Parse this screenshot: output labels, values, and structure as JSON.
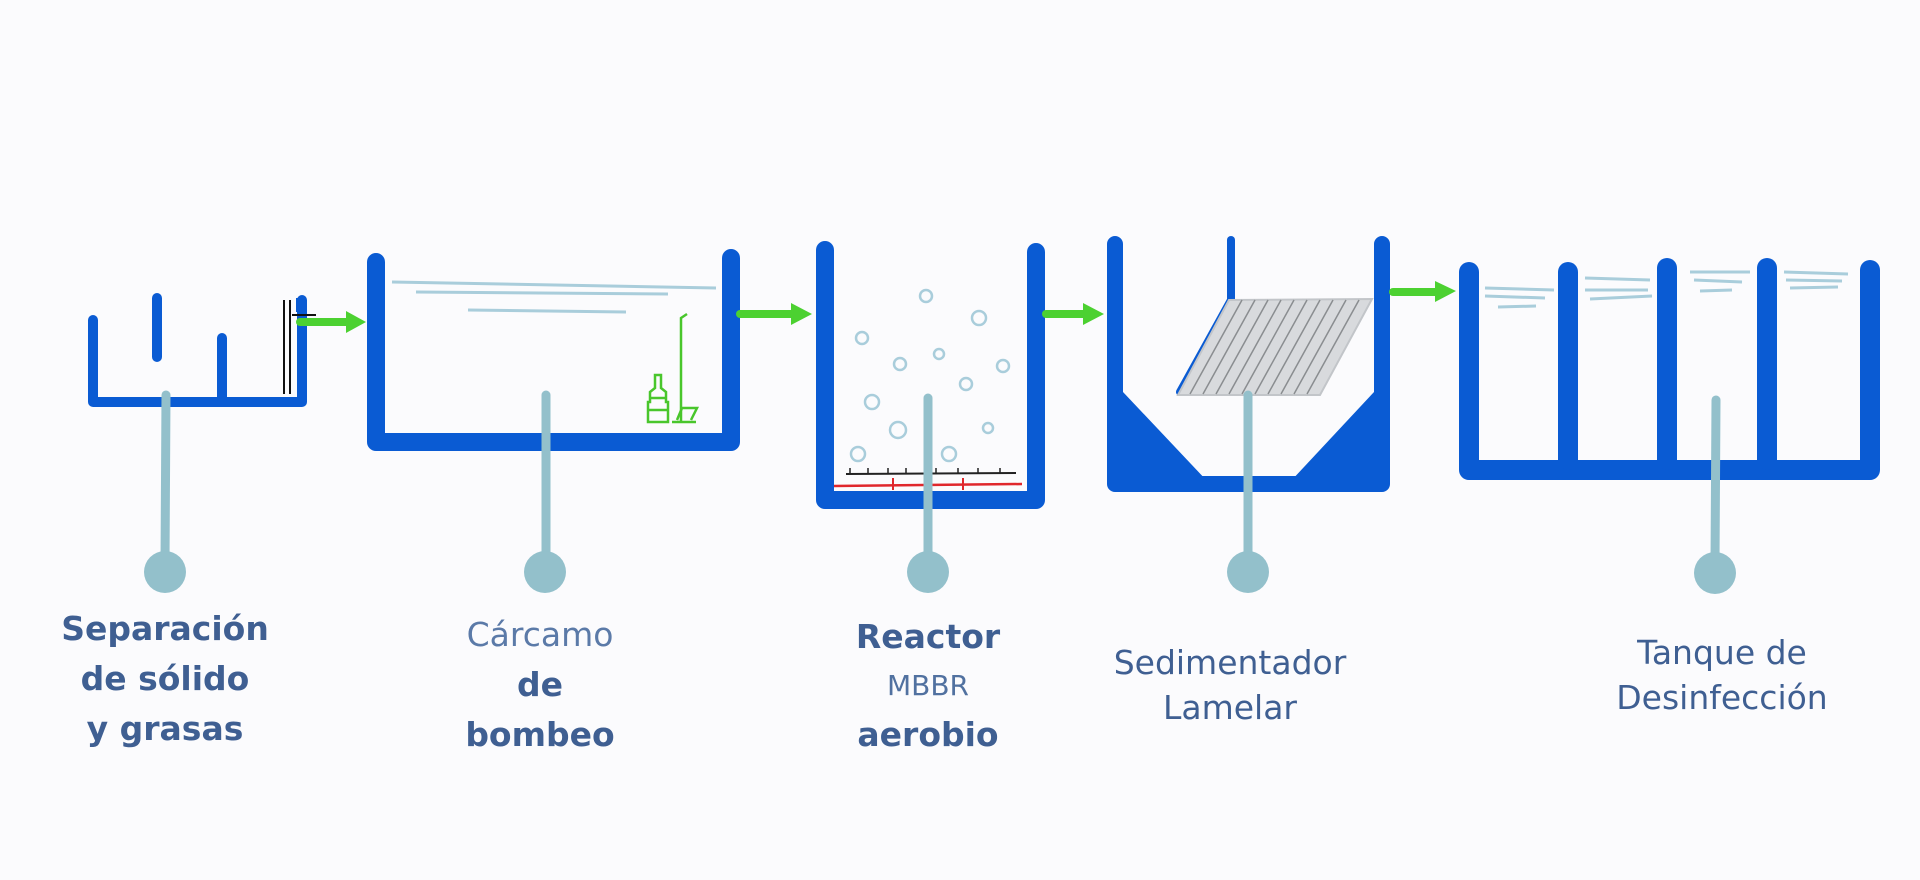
{
  "colors": {
    "tank": "#0a5bd3",
    "arrow": "#4cd131",
    "stem": "#93c0cb",
    "water": "#a9cddb",
    "pump": "#49c62c",
    "label": "#3f5f92"
  },
  "stages": [
    {
      "id": "separacion",
      "label_lines": [
        "Separación",
        "de sólido",
        "y grasas"
      ]
    },
    {
      "id": "carcamo",
      "label_lines": [
        "Cárcamo",
        "de",
        "bombeo"
      ]
    },
    {
      "id": "reactor",
      "label_lines": [
        "Reactor",
        "MBBR",
        "aerobio"
      ]
    },
    {
      "id": "sedimentador",
      "label_lines": [
        "Sedimentador",
        "Lamelar"
      ]
    },
    {
      "id": "tanque",
      "label_lines": [
        "Tanque de",
        "Desinfección"
      ]
    }
  ]
}
